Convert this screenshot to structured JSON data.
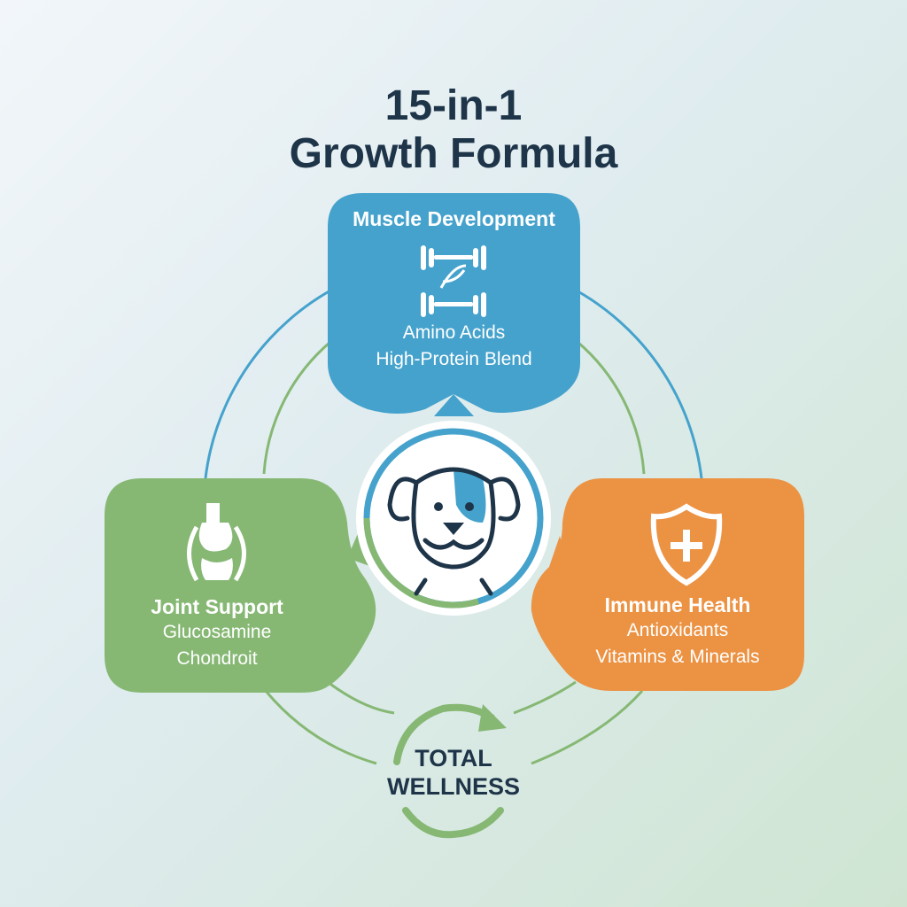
{
  "title": {
    "line1": "15-in-1",
    "line2": "Growth Formula"
  },
  "colors": {
    "blue": "#45a2cc",
    "green": "#86b874",
    "orange": "#ec9243",
    "dark": "#1e3448"
  },
  "cards": [
    {
      "heading": "Muscle Development",
      "icon": "dumbbell-dna-icon",
      "lines": [
        "Amino Acids",
        "High-Protein Blend"
      ]
    },
    {
      "heading": "Joint Support",
      "icon": "joint-bone-icon",
      "lines": [
        "Glucosamine",
        "Chondroit"
      ]
    },
    {
      "heading": "Immune Health",
      "icon": "shield-plus-icon",
      "lines": [
        "Antioxidants",
        "Vitamins & Minerals"
      ]
    }
  ],
  "center": {
    "icon": "dog-face-icon"
  },
  "footer": {
    "line1": "TOTAL",
    "line2": "WELLNESS",
    "icon": "cycle-arrows-icon"
  }
}
